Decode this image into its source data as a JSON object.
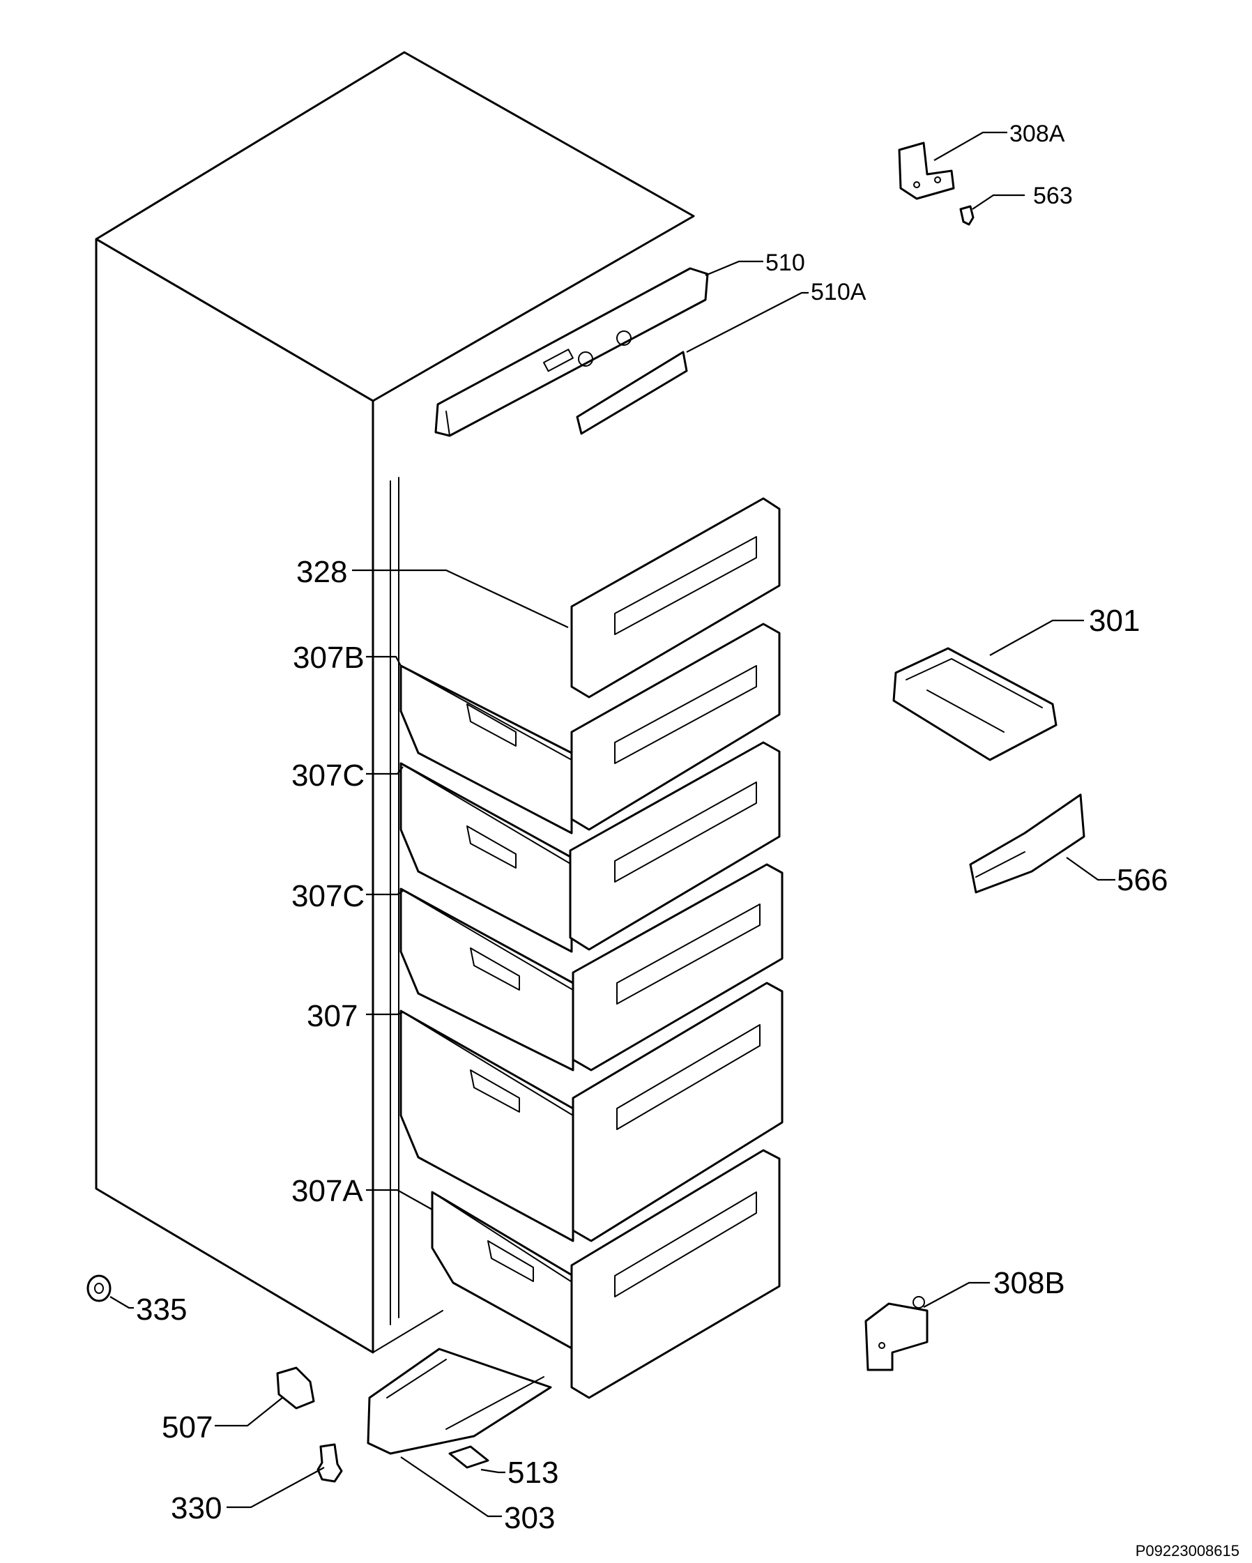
{
  "labels": {
    "p308a": "308A",
    "p563": "563",
    "p510": "510",
    "p510a": "510A",
    "p328": "328",
    "p307b": "307B",
    "p307c_1": "307C",
    "p307c_2": "307C",
    "p307": "307",
    "p307a": "307A",
    "p301": "301",
    "p566": "566",
    "p308b": "308B",
    "p335": "335",
    "p507": "507",
    "p513": "513",
    "p330": "330",
    "p303": "303"
  },
  "reference": "P09223008615",
  "colors": {
    "line": "#000000",
    "background": "#ffffff"
  }
}
